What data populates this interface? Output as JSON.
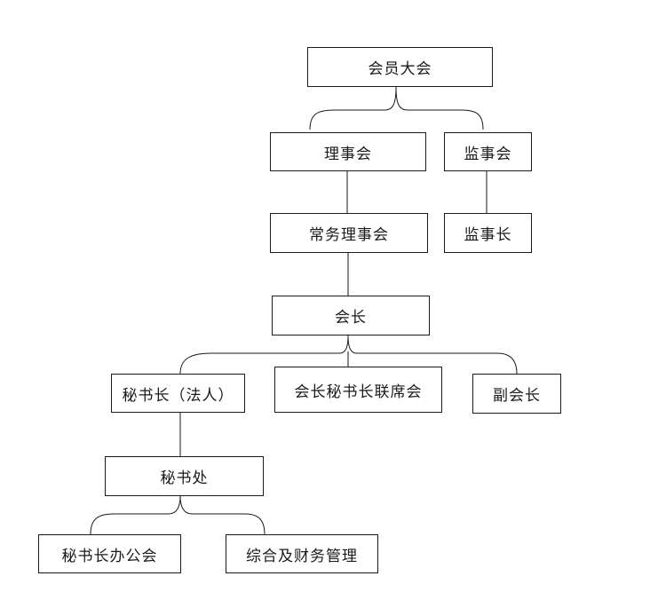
{
  "org": {
    "assembly": "会员大会",
    "council": "理事会",
    "supervisory_board": "监事会",
    "standing_council": "常务理事会",
    "chief_supervisor": "监事长",
    "president": "会长",
    "secretary_general": "秘书长（法人）",
    "joint_meeting": "会长秘书长联席会",
    "vice_president": "副会长",
    "secretariat": "秘书处",
    "sg_office": "秘书长办公会",
    "admin_finance": "综合及财务管理"
  }
}
